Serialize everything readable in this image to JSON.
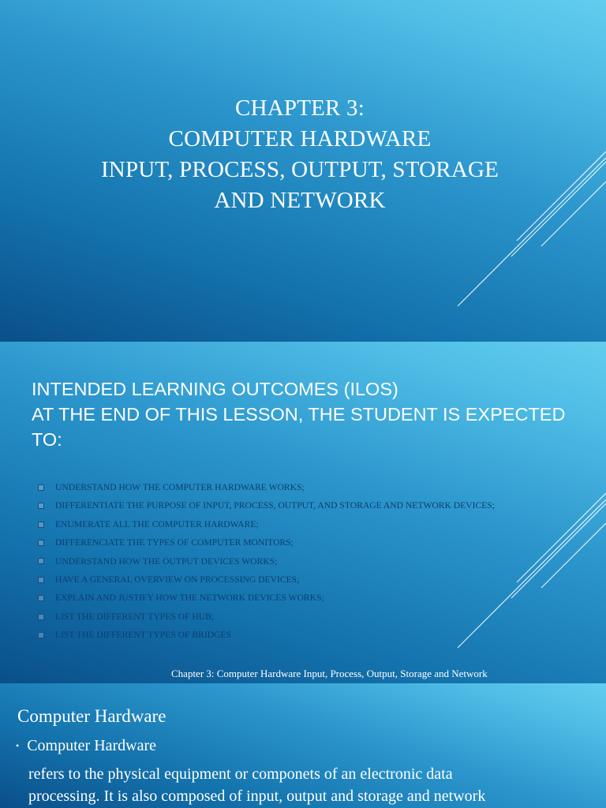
{
  "slide1": {
    "title_lines": [
      "CHAPTER 3:",
      "COMPUTER HARDWARE",
      "INPUT, PROCESS, OUTPUT, STORAGE",
      "AND NETWORK"
    ]
  },
  "slide2": {
    "heading_lines": [
      "INTENDED LEARNING OUTCOMES (ILOS)",
      "AT THE END OF THIS LESSON, THE STUDENT IS EXPECTED",
      "TO:"
    ],
    "outcomes": [
      "UNDERSTAND HOW THE COMPUTER HARDWARE WORKS;",
      "DIFFERENTIATE THE PURPOSE OF INPUT, PROCESS, OUTPUT, AND STORAGE AND NETWORK DEVICES;",
      "ENUMERATE ALL THE COMPUTER HARDWARE;",
      "DIFFERENCIATE THE TYPES OF COMPUTER MONITORS;",
      "UNDERSTAND HOW THE OUTPUT DEVICES WORKS;",
      "HAVE A GENERAL OVERVIEW ON PROCESSING DEVICES;",
      "EXPLAIN AND JUSTIFY HOW THE NETWORK DEVICES WORKS;",
      "LIST THE DIFFERENT TYPES OF HUB;",
      "LIST THE DIFFERENT TYPES OF BRIDGES"
    ],
    "footer": "Chapter 3: Computer Hardware Input, Process, Output, Storage and Network"
  },
  "slide3": {
    "title": "Computer Hardware",
    "bullet_term": "Computer Hardware",
    "description_lines": [
      "refers to the physical equipment or componets of an electronic data",
      "processing. It is also composed of input, output and storage and network"
    ]
  },
  "colors": {
    "gradient_dark": "#0a4f8a",
    "gradient_light": "#62cdee",
    "outcome_text": "#0b3e73"
  }
}
